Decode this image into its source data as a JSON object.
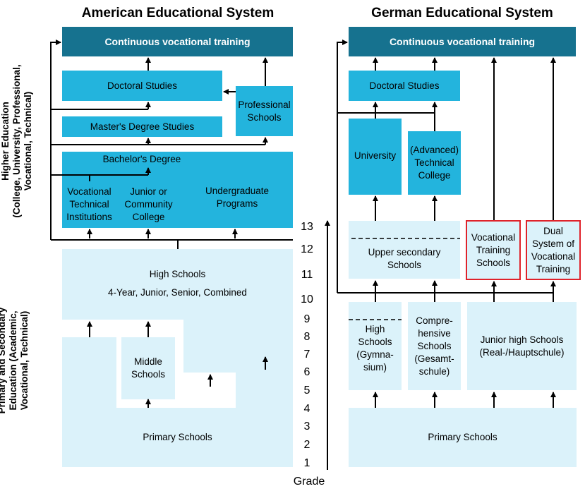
{
  "titles": {
    "american": "American Educational System",
    "german": "German Educational System"
  },
  "side_labels": {
    "higher": "Higher Education\n(College, University, Professional,\nVocational, Technical)",
    "primary_secondary": "Primary and Secondary\nEducation (Academic,\nVocational, Technical)"
  },
  "american": {
    "continuous": "Continuous vocational training",
    "doctoral": "Doctoral Studies",
    "professional": "Professional\nSchools",
    "masters": "Master's Degree Studies",
    "bachelors": "Bachelor's Degree",
    "undergrad": "Undergraduate\nPrograms",
    "vocational_tech": "Vocational\nTechnical\nInstitutions",
    "junior_college": "Junior or\nCommunity\nCollege",
    "high_schools": "High Schools",
    "high_schools_types": "4-Year, Junior, Senior, Combined",
    "middle": "Middle\nSchools",
    "primary": "Primary Schools"
  },
  "german": {
    "continuous": "Continuous vocational training",
    "doctoral": "Doctoral Studies",
    "university": "University",
    "tech_college": "(Advanced)\nTechnical\nCollege",
    "upper_secondary": "Upper secondary\nSchools",
    "voc_training": "Vocational\nTraining\nSchools",
    "dual_system": "Dual\nSystem of\nVocational\nTraining",
    "gymnasium": "High\nSchools\n(Gymna-\nsium)",
    "gesamtschule": "Compre-\nhensive\nSchools\n(Gesamt-\nschule)",
    "junior_high": "Junior high Schools\n(Real-/Hauptschule)",
    "primary": "Primary Schools"
  },
  "grade_axis": {
    "label": "Grade",
    "ticks": [
      "13",
      "12",
      "11",
      "10",
      "9",
      "8",
      "7",
      "6",
      "5",
      "4",
      "3",
      "2",
      "1"
    ]
  },
  "colors": {
    "dark": "#16728f",
    "blue": "#23b4dd",
    "pale": "#dbf2fa",
    "red_border": "#e0222a"
  }
}
